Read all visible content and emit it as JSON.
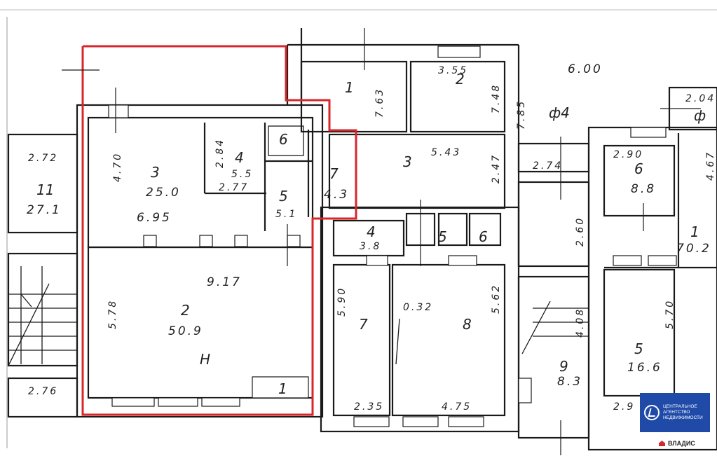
{
  "rooms": [
    {
      "id": "room-1-left",
      "text": "1"
    },
    {
      "id": "room-1-left-area",
      "text": "7.63"
    },
    {
      "id": "room-2-top",
      "text": "2"
    },
    {
      "id": "room-2-top-dim",
      "text": "3.55"
    },
    {
      "id": "room-2-top-area",
      "text": "7.48"
    },
    {
      "id": "room-3-right",
      "text": "3"
    },
    {
      "id": "room-3-right-dim",
      "text": "5.43"
    },
    {
      "id": "room-3-right-dim2",
      "text": "2.47"
    },
    {
      "id": "room-3-main",
      "text": "3"
    },
    {
      "id": "room-3-main-area",
      "text": "25.0"
    },
    {
      "id": "room-3-main-dim",
      "text": "6.95"
    },
    {
      "id": "room-3-main-side",
      "text": "4.70"
    },
    {
      "id": "room-4-small",
      "text": "4"
    },
    {
      "id": "room-4-small-area",
      "text": "5.5"
    },
    {
      "id": "room-4-small-dim",
      "text": "2.84"
    },
    {
      "id": "room-4-small-dim2",
      "text": "2.77"
    },
    {
      "id": "room-5-wc",
      "text": "5"
    },
    {
      "id": "room-5-wc-area",
      "text": "5.1"
    },
    {
      "id": "room-6-wc",
      "text": "6"
    },
    {
      "id": "room-7-corr",
      "text": "7"
    },
    {
      "id": "room-7-corr-area",
      "text": "4.3"
    },
    {
      "id": "room-2-hall",
      "text": "2"
    },
    {
      "id": "room-2-hall-area",
      "text": "50.9"
    },
    {
      "id": "room-2-hall-dim",
      "text": "9.17"
    },
    {
      "id": "room-2-hall-side",
      "text": "5.78"
    },
    {
      "id": "room-hall-letter",
      "text": "Н"
    },
    {
      "id": "room-1-hall",
      "text": "1"
    },
    {
      "id": "room-11",
      "text": "11"
    },
    {
      "id": "room-11-area",
      "text": "27.1"
    },
    {
      "id": "room-11-dim",
      "text": "2.72"
    },
    {
      "id": "stair-left-dim",
      "text": "2.76"
    },
    {
      "id": "room-4-mid",
      "text": "4"
    },
    {
      "id": "room-4-mid-area",
      "text": "3.8"
    },
    {
      "id": "room-5-mid",
      "text": "5"
    },
    {
      "id": "room-6-mid",
      "text": "6"
    },
    {
      "id": "room-7-mid",
      "text": "7"
    },
    {
      "id": "room-7-mid-side",
      "text": "5.90"
    },
    {
      "id": "room-7-mid-dim",
      "text": "2.35"
    },
    {
      "id": "room-8-mid",
      "text": "8"
    },
    {
      "id": "room-8-mid-side",
      "text": "5.62"
    },
    {
      "id": "room-8-mid-dim",
      "text": "4.75"
    },
    {
      "id": "room-8-mid-dim2",
      "text": "0.32"
    },
    {
      "id": "dim-top",
      "text": "6.00"
    },
    {
      "id": "dim-side",
      "text": "7.85"
    },
    {
      "id": "fn-label",
      "text": "ф4"
    },
    {
      "id": "room-6-right",
      "text": "6"
    },
    {
      "id": "room-6-right-area",
      "text": "8.8"
    },
    {
      "id": "room-6-right-dim",
      "text": "2.90"
    },
    {
      "id": "dim-274",
      "text": "2.74"
    },
    {
      "id": "dim-260",
      "text": "2.60"
    },
    {
      "id": "room-1-right",
      "text": "1"
    },
    {
      "id": "room-1-right-area",
      "text": "70.2"
    },
    {
      "id": "room-1-right-dim",
      "text": "4.67"
    },
    {
      "id": "room-9",
      "text": "9"
    },
    {
      "id": "room-9-area",
      "text": "8.3"
    },
    {
      "id": "room-9-dim",
      "text": "4.08"
    },
    {
      "id": "room-5-right",
      "text": "5"
    },
    {
      "id": "room-5-right-area",
      "text": "16.6"
    },
    {
      "id": "room-5-right-side",
      "text": "5.70"
    },
    {
      "id": "room-5-right-dim",
      "text": "2.9"
    },
    {
      "id": "dim-204",
      "text": "2.04"
    },
    {
      "id": "fn-label-2",
      "text": "ф"
    }
  ],
  "logo": {
    "line1": "ЦЕНТРАЛЬНОЕ",
    "line2": "АГЕНТСТВО",
    "line3": "НЕДВИЖИМОСТИ",
    "brand": "ВЛАДИС",
    "brand_color": "#1f4aa8",
    "accent_color": "#d8262b"
  }
}
